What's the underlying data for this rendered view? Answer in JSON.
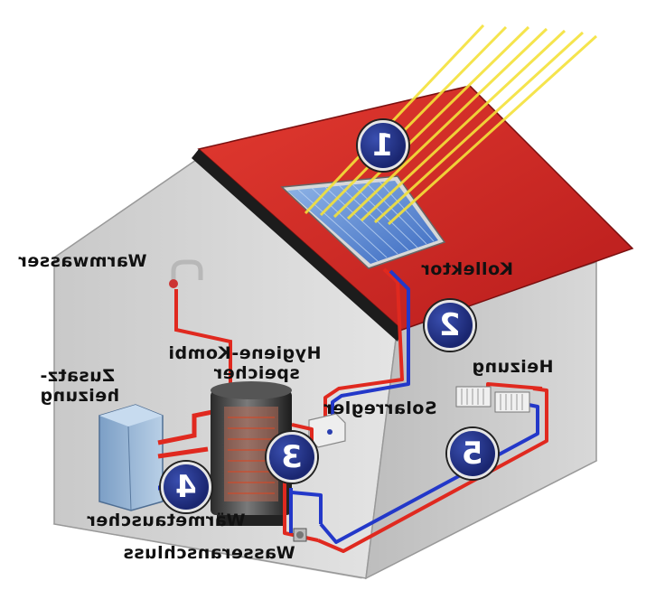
{
  "labels": {
    "kollektor": "Kollektor",
    "warmwasser": "Warmwasser",
    "hygiene_line1": "Hygiene-Kombi",
    "hygiene_line2": "speicher",
    "zusatz_line1": "Zusatz-",
    "zusatz_line2": "heizung",
    "solarregler": "Solarregler",
    "heizung": "Heizung",
    "waermetauscher": "Wärmetauscher",
    "wasseranschluss": "Wasseranschluss"
  },
  "badges": [
    "1",
    "2",
    "3",
    "4",
    "5"
  ],
  "colors": {
    "roof": "#d42a2a",
    "wall": "#d9d9d9",
    "hot_pipe": "#e0291f",
    "cold_pipe": "#2338c9",
    "sun_ray": "#f4e23a",
    "badge": "#1f2c86"
  }
}
